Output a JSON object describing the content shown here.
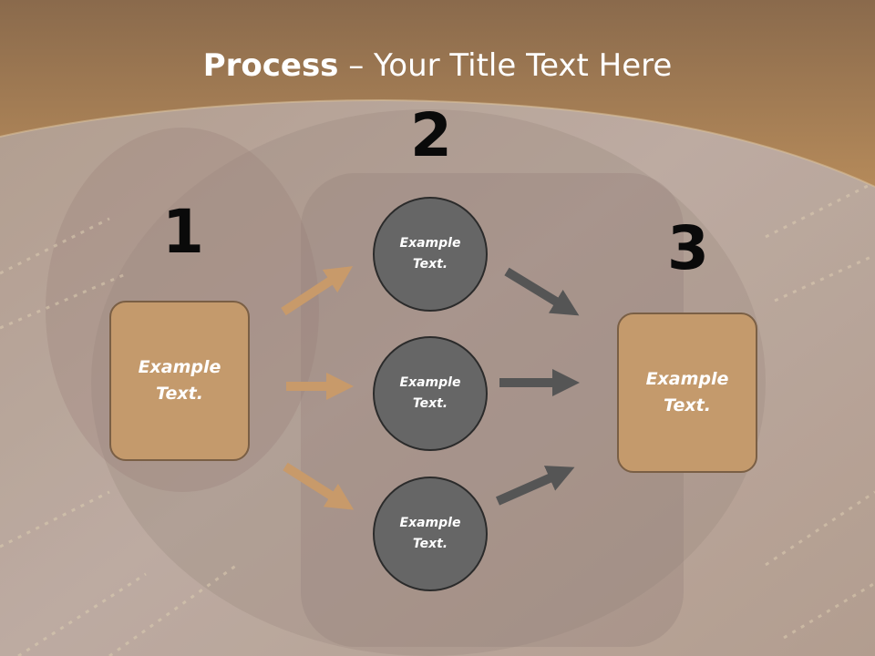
{
  "slide": {
    "title_bold": "Process",
    "title_rest": " – Your Title Text Here"
  },
  "steps": {
    "n1": "1",
    "n2": "2",
    "n3": "3"
  },
  "boxes": {
    "left": {
      "line1": "Example",
      "line2": "Text."
    },
    "right": {
      "line1": "Example",
      "line2": "Text."
    }
  },
  "circles": [
    {
      "line1": "Example",
      "line2": "Text."
    },
    {
      "line1": "Example",
      "line2": "Text."
    },
    {
      "line1": "Example",
      "line2": "Text."
    }
  ],
  "colors": {
    "banner": "#a97c50",
    "box_fill": "#c49a6c",
    "circle_fill": "#666666",
    "arrow_tan": "#c89a6a",
    "arrow_gray": "#555555"
  }
}
